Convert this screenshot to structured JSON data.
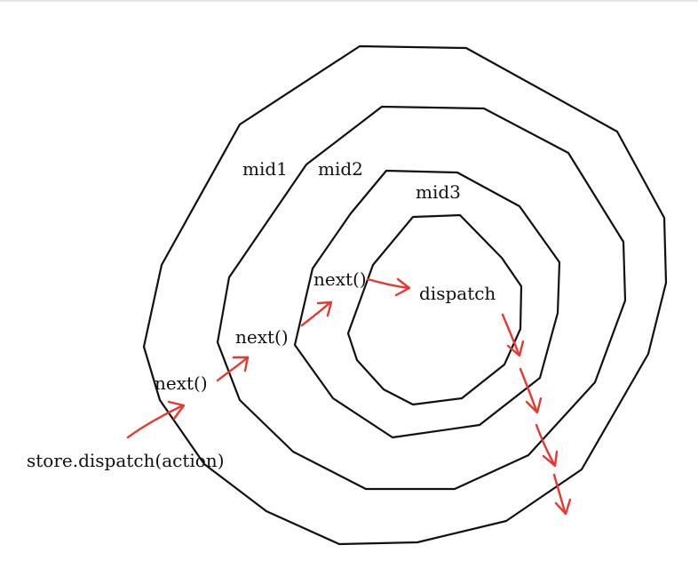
{
  "labels": {
    "mid1": "mid1",
    "mid2": "mid2",
    "mid3": "mid3",
    "next_outer": "next()",
    "next_middle": "next()",
    "next_inner": "next()",
    "dispatch": "dispatch",
    "store_dispatch": "store.dispatch(action)"
  },
  "colors": {
    "ring_stroke": "#111111",
    "arrow": "#e8372f",
    "text": "#111111",
    "background": "#ffffff"
  }
}
